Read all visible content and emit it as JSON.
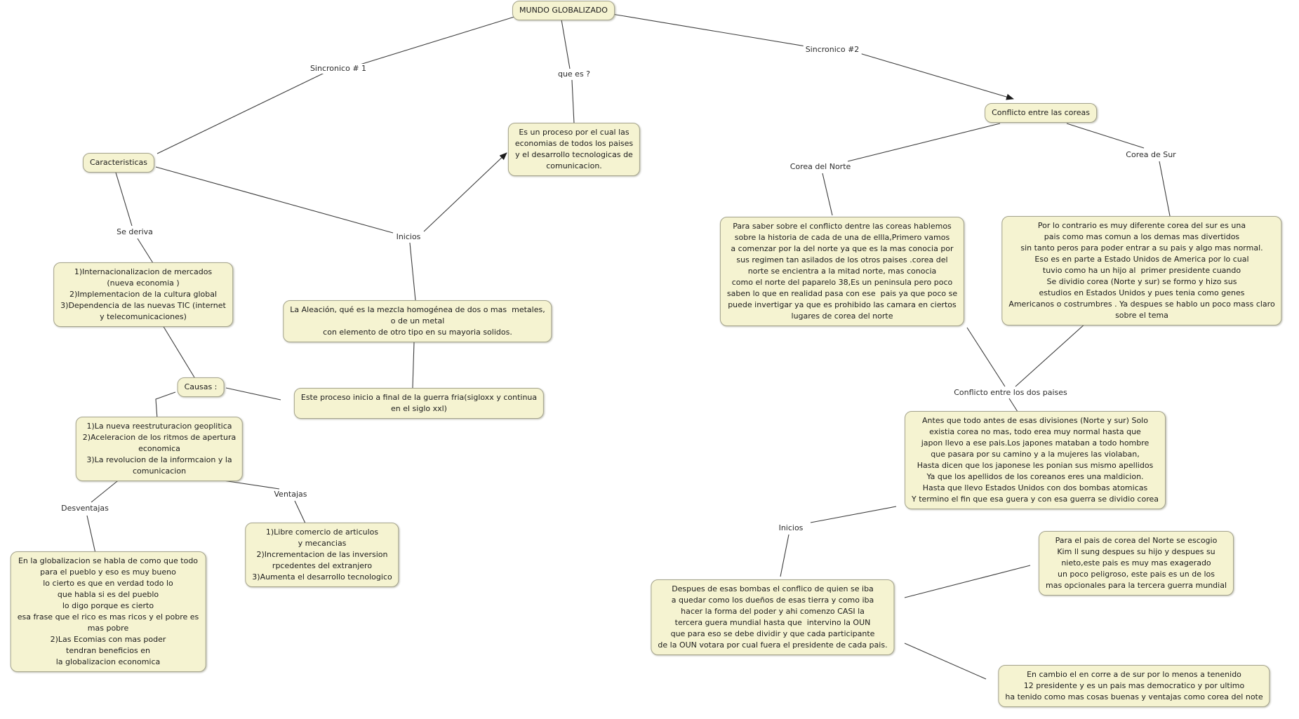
{
  "colors": {
    "background": "#ffffff",
    "node_fill": "#f5f3d1",
    "node_border": "#a5a48c",
    "line_color": "#3d3d3d",
    "text_color": "#1c1c1c"
  },
  "nodes": {
    "mundo": {
      "text": "MUNDO GLOBALIZADO"
    },
    "caracteristicas": {
      "text": "Caracteristicas"
    },
    "que_es_def": {
      "text": "Es un proceso por el cual las\neconomias de todos los paises\ny el desarrollo tecnologicas de\ncomunicacion."
    },
    "conflicto_coreas": {
      "text": "Conflicto entre las coreas"
    },
    "derivados": {
      "text": "1)Internacionalizacion de mercados\n(nueva economia )\n2)Implementacion de la cultura global\n3)Dependencia de las nuevas TIC (internet\ny telecomunicaciones)"
    },
    "aleacion": {
      "text": "La Aleación, qué es la mezcla homogénea de dos o mas  metales,\no de un metal\ncon elemento de otro tipo en su mayoria solidos."
    },
    "causas": {
      "text": "Causas :"
    },
    "guerra_fria": {
      "text": "Este proceso inicio a final de la guerra fria(sigloxx y continua\nen el siglo xxl)"
    },
    "causas_lista": {
      "text": "1)La nueva reestruturacion geoplitica\n2)Aceleracion de los ritmos de apertura\neconomica\n3)La revolucion de la informcaion y la\ncomunicacion"
    },
    "desventajas_box": {
      "text": "En la globalizacion se habla de como que todo\npara el pueblo y eso es muy bueno\nlo cierto es que en verdad todo lo\nque habla si es del pueblo\nlo digo porque es cierto\nesa frase que el rico es mas ricos y el pobre es\nmas pobre\n2)Las Ecomias con mas poder\ntendran beneficios en\nla globalizacion economica"
    },
    "ventajas_box": {
      "text": "1)Libre comercio de articulos\ny mecancias\n2)Incrementacion de las inversion\nrpcedentes del extranjero\n3)Aumenta el desarrollo tecnologico"
    },
    "corea_norte_box": {
      "text": "Para saber sobre el conflicto dentre las coreas hablemos\nsobre la historia de cada de una de ellla,Primero vamos\na comenzar por la del norte ya que es la mas conocia por\nsus regimen tan asilados de los otros paises .corea del\nnorte se encientra a la mitad norte, mas conocia\ncomo el norte del paparelo 38,Es un peninsula pero poco\nsaben lo que en realidad pasa con ese  pais ya que poco se\npuede invertigar ya que es prohibido las camara en ciertos\nlugares de corea del norte"
    },
    "corea_sur_box": {
      "text": "Por lo contrario es muy diferente corea del sur es una\npais como mas comun a los demas mas divertidos\nsin tanto peros para poder entrar a su pais y algo mas normal.\nEso es en parte a Estado Unidos de America por lo cual\ntuvio como ha un hijo al  primer presidente cuando\nSe dividio corea (Norte y sur) se formo y hizo sus\nestudios en Estados Unidos y pues tenia como genes\nAmericanos o costrumbres . Ya despues se hablo un poco mass claro\nsobre el tema"
    },
    "antes_division": {
      "text": "Antes que todo antes de esas divisiones (Norte y sur) Solo\nexistia corea no mas, todo erea muy normal hasta que\njapon llevo a ese pais.Los japones mataban a todo hombre\nque pasara por su camino y a la mujeres las violaban,\nHasta dicen que los japonese les ponian sus mismo apellidos\nYa que los apellidos de los coreanos eres una maldicion.\nHasta que llevo Estados Unidos con dos bombas atomicas\nY termino el fin que esa guera y con esa guerra se dividio corea"
    },
    "despues_bombas": {
      "text": "Despues de esas bombas el conflico de quien se iba\na quedar como los dueños de esas tierra y como iba\nhacer la forma del poder y ahi comenzo CASI la\ntercera guera mundial hasta que  intervino la OUN\nque para eso se debe dividir y que cada participante\nde la OUN votara por cual fuera el presidente de cada pais."
    },
    "kim_box": {
      "text": "Para el pais de corea del Norte se escogio\nKim ll sung despues su hijo y despues su\nnieto,este pais es muy mas exagerado\nun poco peligroso, este pais es un de los\nmas opcionales para la tercera guerra mundial"
    },
    "sur_presidentes": {
      "text": "En cambio el en corre a de sur por lo menos a tenenido\n12 presidente y es un pais mas democratico y por ultimo\nha tenido como mas cosas buenas y ventajas como corea del note"
    }
  },
  "labels": {
    "sincronico1": {
      "text": "Sincronico # 1"
    },
    "que_es": {
      "text": "que es ?"
    },
    "sincronico2": {
      "text": "Sincronico #2"
    },
    "se_deriva": {
      "text": "Se deriva"
    },
    "inicios1": {
      "text": "Inicios"
    },
    "desventajas": {
      "text": "Desventajas"
    },
    "ventajas": {
      "text": "Ventajas"
    },
    "corea_norte": {
      "text": "Corea del Norte"
    },
    "corea_sur": {
      "text": "Corea de Sur"
    },
    "conflicto_dos": {
      "text": "Conflicto entre los dos paises"
    },
    "inicios2": {
      "text": "Inicios"
    }
  }
}
